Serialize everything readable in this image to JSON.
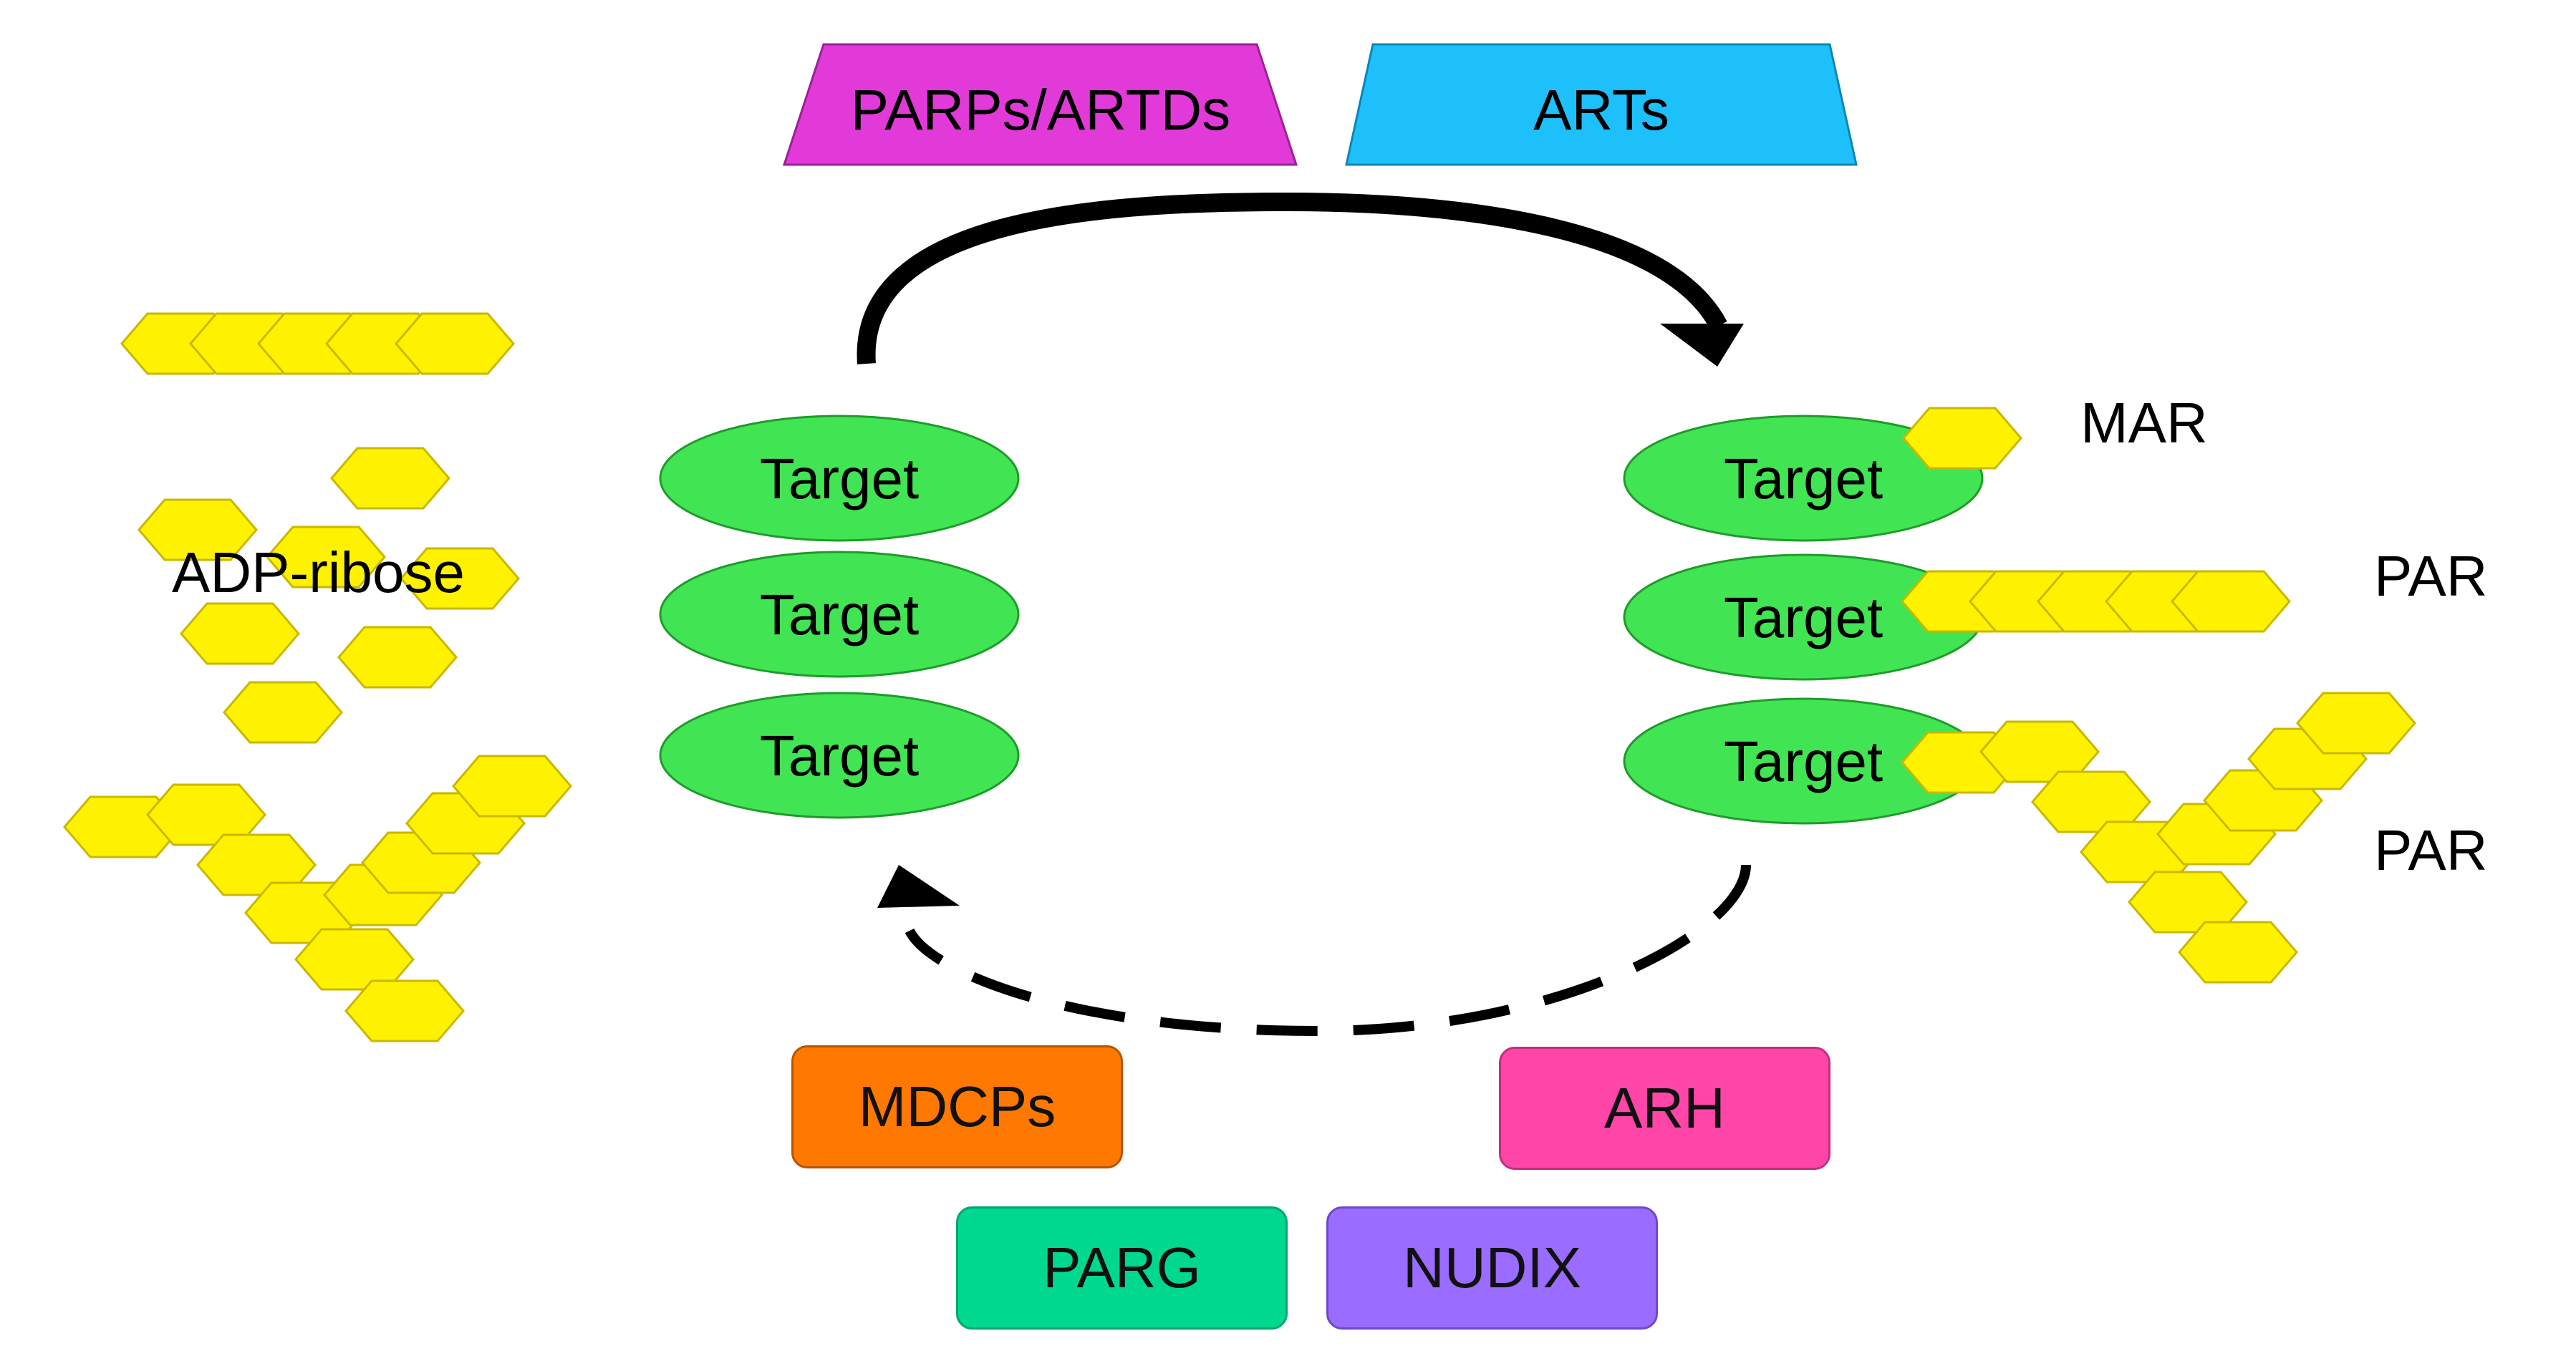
{
  "writers": {
    "parps": {
      "label": "PARPs/ARTDs",
      "color": "#e23ad8"
    },
    "arts": {
      "label": "ARTs",
      "color": "#1dc0fa"
    }
  },
  "erasers": {
    "mdcps": {
      "label": "MDCPs",
      "color": "#ff7800"
    },
    "arh": {
      "label": "ARH",
      "color": "#ff45a8"
    },
    "parg": {
      "label": "PARG",
      "color": "#00d890"
    },
    "nudix": {
      "label": "NUDIX",
      "color": "#9a6cff"
    }
  },
  "targets": {
    "label": "Target",
    "color": "#41e553"
  },
  "modifications": {
    "mar": "MAR",
    "par_linear": "PAR",
    "par_branched": "PAR",
    "hexagon_color": "#fff200"
  },
  "free_pool": {
    "label": "ADP-ribose"
  }
}
